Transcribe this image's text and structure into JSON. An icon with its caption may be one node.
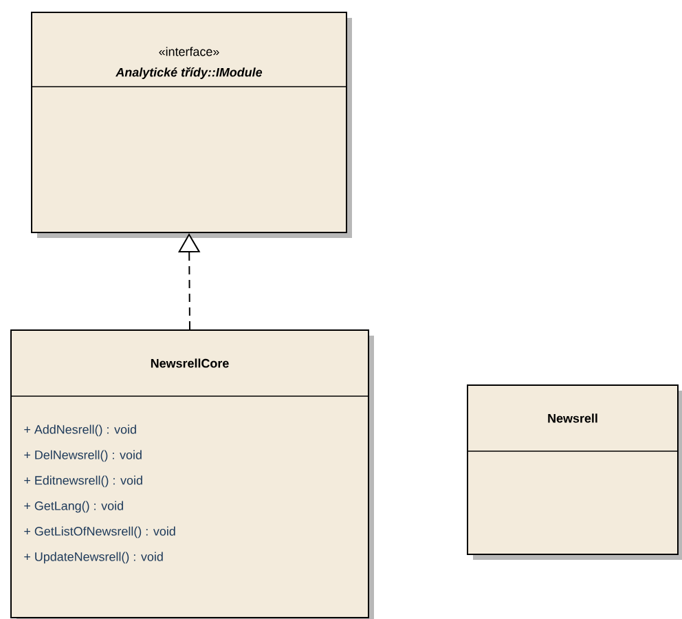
{
  "diagram": {
    "nodes": [
      {
        "text": [
          "«interface»",
          "Analytické třídy::IModule"
        ]
      },
      {
        "text": [
          "NewsrellCore",
          "+ AddNesrell() : void",
          "+ DelNewsrell() : void",
          "+ Editnewsrell() : void",
          "+ GetLang() : void",
          "+ GetListOfNewsrell() : void",
          "+ UpdateNewsrell() : void"
        ]
      },
      {
        "text": [
          "Newsrell"
        ]
      }
    ],
    "edges": [
      {
        "from": 1,
        "to": 0,
        "arrow": "to",
        "style": "dashed"
      }
    ]
  }
}
